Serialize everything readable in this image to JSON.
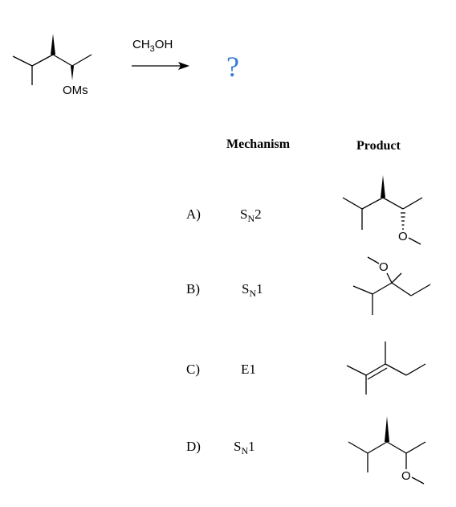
{
  "reactant": {
    "label": "OMs"
  },
  "reagent": {
    "main": "CH",
    "sub": "3",
    "tail": "OH"
  },
  "question_mark": "?",
  "headers": {
    "mechanism": "Mechanism",
    "product": "Product"
  },
  "options": [
    {
      "letter": "A)",
      "mech_main": "S",
      "mech_sub": "N",
      "mech_tail": "2",
      "product_label": "O"
    },
    {
      "letter": "B)",
      "mech_main": "S",
      "mech_sub": "N",
      "mech_tail": "1",
      "product_label": "O"
    },
    {
      "letter": "C)",
      "mech_main": "E1",
      "mech_sub": "",
      "mech_tail": "",
      "product_label": ""
    },
    {
      "letter": "D)",
      "mech_main": "S",
      "mech_sub": "N",
      "mech_tail": "1",
      "product_label": "O"
    }
  ],
  "colors": {
    "question_mark": "#3a7bd5",
    "ink": "#000000"
  }
}
